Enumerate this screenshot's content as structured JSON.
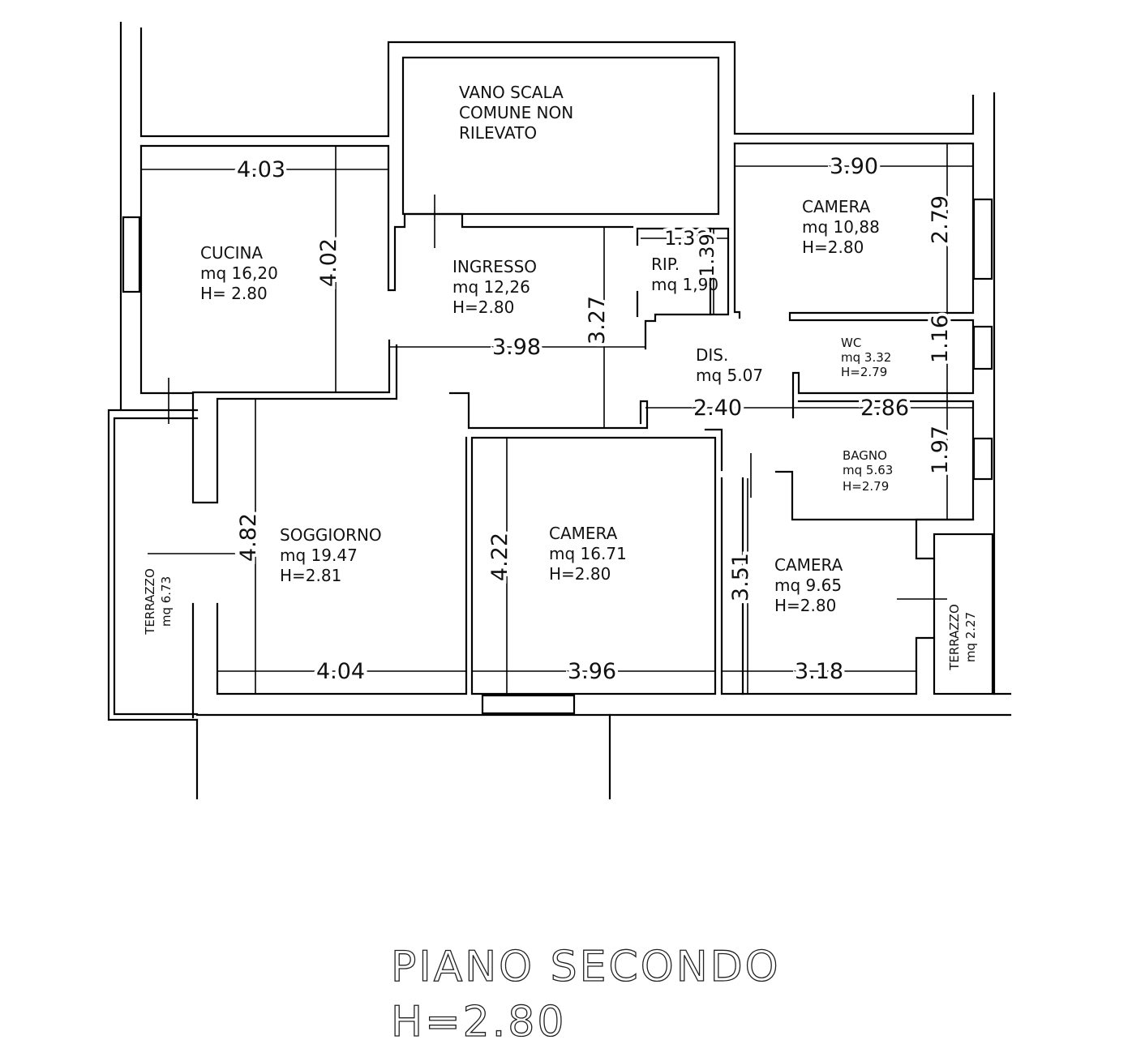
{
  "stair": [
    "VANO SCALA",
    "COMUNE NON",
    "RILEVATO"
  ],
  "rooms": {
    "cucina": {
      "name": "CUCINA",
      "area": "mq 16,20",
      "height": "H=  2.80"
    },
    "ingresso": {
      "name": "INGRESSO",
      "area": "mq 12,26",
      "height": "H=2.80"
    },
    "rip": {
      "name": "RIP.",
      "area": "mq 1,90"
    },
    "camera_ne": {
      "name": "CAMERA",
      "area": "mq 10,88",
      "height": "H=2.80"
    },
    "dis": {
      "name": "DIS.",
      "area": "mq  5.07"
    },
    "wc": {
      "name": "WC",
      "area": "mq  3.32",
      "height": "H=2.79"
    },
    "bagno": {
      "name": "BAGNO",
      "area": "mq  5.63",
      "height": "H=2.79"
    },
    "soggiorno": {
      "name": "SOGGIORNO",
      "area": "mq 19.47",
      "height": "H=2.81"
    },
    "camera_mid": {
      "name": "CAMERA",
      "area": "mq  16.71",
      "height": "H=2.80"
    },
    "camera_se": {
      "name": "CAMERA",
      "area": "mq  9.65",
      "height": "H=2.80"
    },
    "terrazzo_w": {
      "name": "TERRAZZO",
      "area": "mq 6.73"
    },
    "terrazzo_e": {
      "name": "TERRAZZO",
      "area": "mq 2.27"
    }
  },
  "dims": {
    "cucina_w": "4.03",
    "cucina_h": "4.02",
    "camera_ne_w": "3.90",
    "camera_ne_h": "2.79",
    "rip_w": "1.36",
    "rip_h": "1.39",
    "ingresso_w": "3.98",
    "ingresso_h": "3.27",
    "wc_h": "1.16",
    "dis_w": "2.40",
    "bagno_w": "2.86",
    "bagno_h": "1.97",
    "soggiorno_h": "4.82",
    "camera_mid_h": "4.22",
    "camera_se_h": "3.51",
    "soggiorno_w": "4.04",
    "camera_mid_w": "3.96",
    "camera_se_w": "3.18"
  },
  "title": {
    "floor": "PIANO  SECONDO",
    "height": "H=2.80"
  }
}
